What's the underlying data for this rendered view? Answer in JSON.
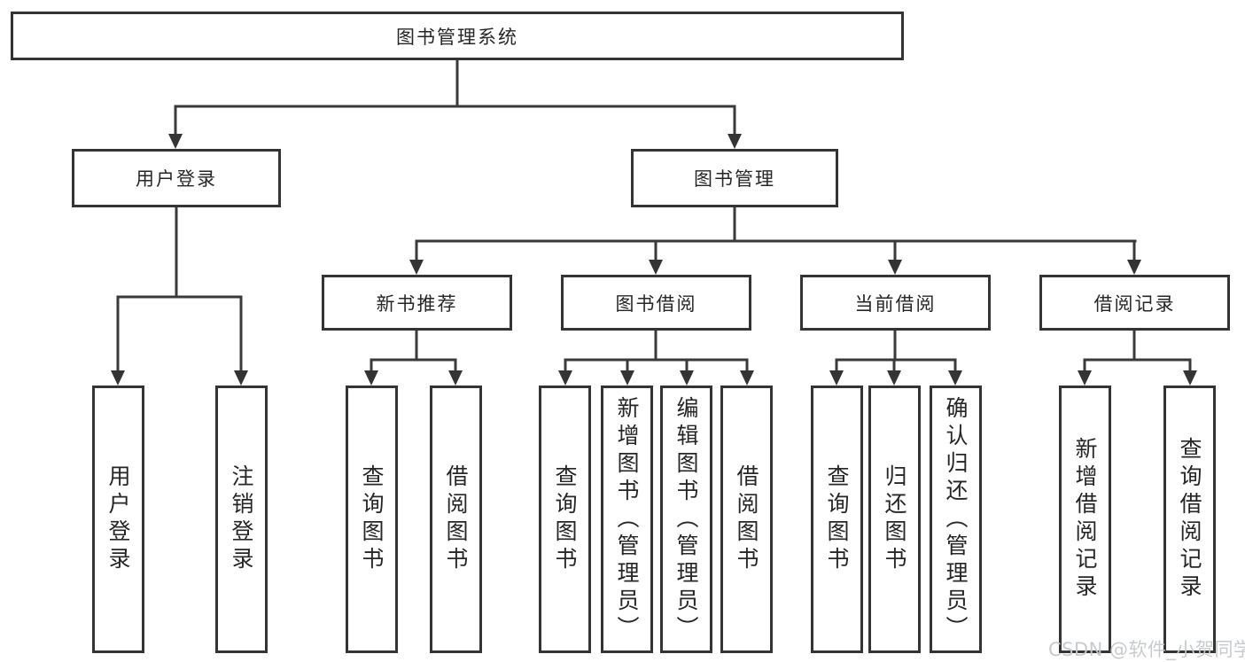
{
  "diagram": {
    "root": {
      "label": "图书管理系统"
    },
    "level2": {
      "user_login": {
        "label": "用户登录"
      },
      "book_mgmt": {
        "label": "图书管理"
      }
    },
    "level3": {
      "new_book": {
        "label": "新书推荐"
      },
      "borrow": {
        "label": "图书借阅"
      },
      "current": {
        "label": "当前借阅"
      },
      "records": {
        "label": "借阅记录"
      }
    },
    "leaves": {
      "user_login_login": {
        "label": "用户登录"
      },
      "user_login_logout": {
        "label": "注销登录"
      },
      "new_book_query": {
        "label": "查询图书"
      },
      "new_book_borrow": {
        "label": "借阅图书"
      },
      "borrow_query": {
        "label": "查询图书"
      },
      "borrow_add": {
        "label": "新增图书（管理员）"
      },
      "borrow_edit": {
        "label": "编辑图书（管理员）"
      },
      "borrow_borrow": {
        "label": "借阅图书"
      },
      "current_query": {
        "label": "查询图书"
      },
      "current_return": {
        "label": "归还图书"
      },
      "current_confirm": {
        "label": "确认归还（管理员）"
      },
      "records_add": {
        "label": "新增借阅记录"
      },
      "records_query": {
        "label": "查询借阅记录"
      }
    }
  },
  "watermark": {
    "text": "CSDN @软件_小贺同学"
  },
  "colors": {
    "line": "#3a3a3a",
    "border": "#343434",
    "text": "#262626",
    "watermark": "#c6c9cc",
    "background": "#ffffff"
  }
}
